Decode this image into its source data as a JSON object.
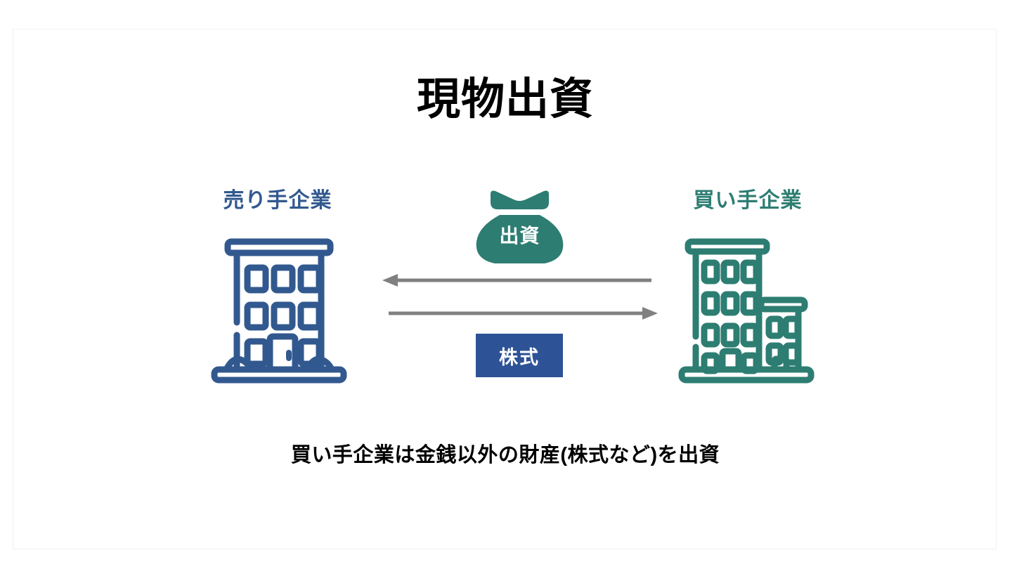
{
  "slide": {
    "title": "現物出資",
    "caption": "買い手企業は金銭以外の財産(株式など)を出資"
  },
  "colors": {
    "seller_blue": "#32598f",
    "buyer_teal": "#2d7d72",
    "stock_box_blue": "#2d5296",
    "arrow_gray": "#808080",
    "background": "#ffffff",
    "border": "#f1f1f1",
    "text_black": "#000000",
    "text_white": "#ffffff"
  },
  "seller": {
    "label": "売り手企業",
    "icon": "office-building-icon"
  },
  "buyer": {
    "label": "買い手企業",
    "icon": "office-building-icon"
  },
  "center": {
    "money_bag": {
      "icon": "money-bag-icon",
      "label": "出資"
    },
    "stock_box": {
      "label": "株式"
    },
    "arrows": [
      {
        "name": "arrow-buyer-to-seller",
        "direction": "left",
        "meaning": "出資"
      },
      {
        "name": "arrow-seller-to-buyer",
        "direction": "right",
        "meaning": "株式"
      }
    ]
  }
}
